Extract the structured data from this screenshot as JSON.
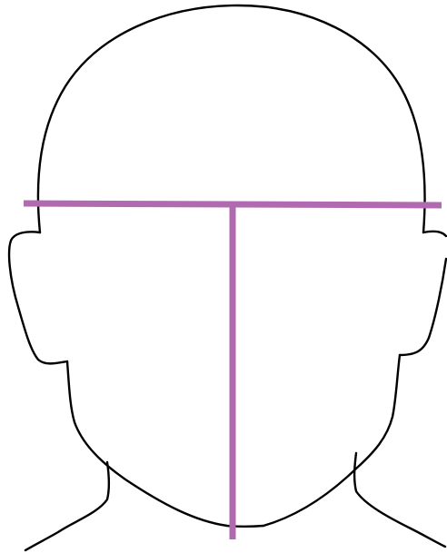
{
  "figure": {
    "subject": "head-outline-front-view",
    "colors": {
      "background": "#ffffff",
      "outline": "#000000",
      "guide_lines": "#b06aaf"
    },
    "guides": [
      "horizontal-width-line",
      "vertical-center-line"
    ]
  }
}
